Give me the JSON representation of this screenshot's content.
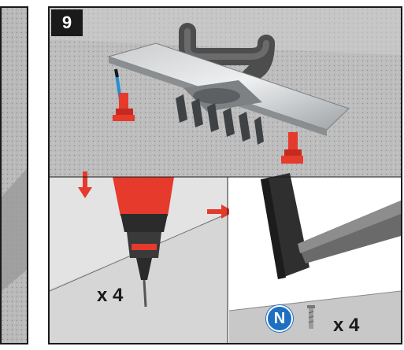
{
  "step": {
    "number": "9"
  },
  "quantities": {
    "left": "x 4",
    "right": "x 4"
  },
  "part_badge": {
    "letter": "N"
  },
  "colors": {
    "accent_red": "#e53a2c",
    "badge_blue": "#1f6fc0",
    "stone_gray": "#b8b8b8",
    "dark": "#1a1a1a"
  },
  "icons": {
    "arrow_down": "arrow-down-icon",
    "arrow_right": "arrow-right-icon",
    "screw": "screw-icon"
  }
}
